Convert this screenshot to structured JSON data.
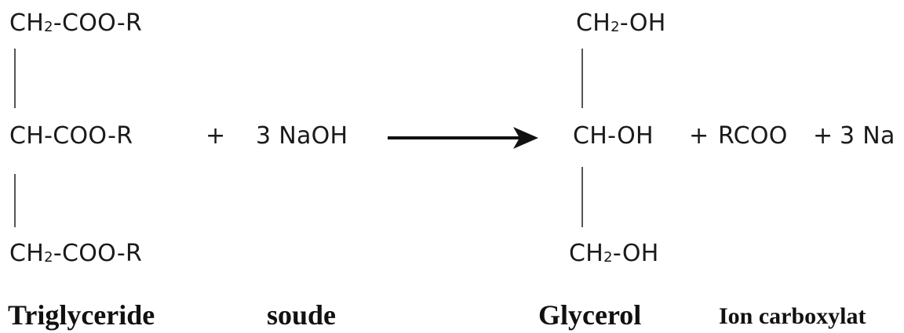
{
  "reactants": {
    "triglyceride": {
      "top": {
        "main": "CH",
        "sub": "2",
        "rest": "-COO-R"
      },
      "middle": "CH-COO-R",
      "bottom": {
        "main": "CH",
        "sub": "2",
        "rest": "-COO-R"
      },
      "label": "Triglyceride"
    },
    "plus_1": "+",
    "soude": {
      "formula": "3 NaOH",
      "label": "soude"
    }
  },
  "products": {
    "glycerol": {
      "top": {
        "main": "CH",
        "sub": "2",
        "rest": "-OH"
      },
      "middle": "CH-OH",
      "bottom": {
        "main": "CH",
        "sub": "2",
        "rest": "-OH"
      },
      "label": "Glycerol"
    },
    "plus_2": "+",
    "carboxylate": "RCOO",
    "plus_3": "+",
    "sodium": "3 Na",
    "carboxylate_label": "Ion carboxylat"
  },
  "colors": {
    "text": "#1a1a1a",
    "bond": "#555555",
    "arrow": "#111111"
  }
}
